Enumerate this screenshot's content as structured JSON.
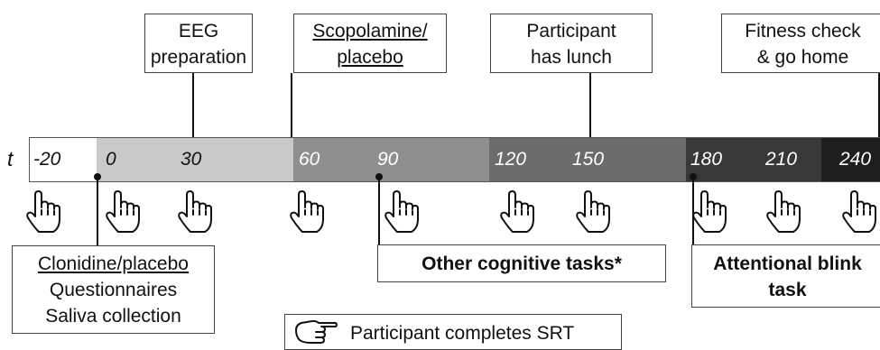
{
  "axis_label": "t",
  "ticks": [
    "-20",
    "0",
    "30",
    "60",
    "90",
    "120",
    "150",
    "180",
    "210",
    "240"
  ],
  "segment_colors": [
    "#ffffff",
    "#c9c9c9",
    "#8f8f8f",
    "#6c6c6c",
    "#383838",
    "#1e1e1e"
  ],
  "boxes": {
    "eeg": {
      "line1": "EEG",
      "line2": "preparation"
    },
    "scopolamine": {
      "line1": "Scopolamine/",
      "line2": "placebo"
    },
    "lunch": {
      "line1": "Participant",
      "line2": "has lunch"
    },
    "fitness": {
      "line1": "Fitness check",
      "line2": "& go home"
    },
    "clonidine": {
      "line1": "Clonidine/placebo",
      "line2": "Questionnaires",
      "line3": "Saliva collection"
    },
    "other_tasks": {
      "line1": "Other cognitive tasks*"
    },
    "attentional": {
      "line1": "Attentional blink",
      "line2": "task"
    }
  },
  "legend": {
    "label": "Participant completes SRT",
    "icon": "pointing-hand-icon"
  }
}
